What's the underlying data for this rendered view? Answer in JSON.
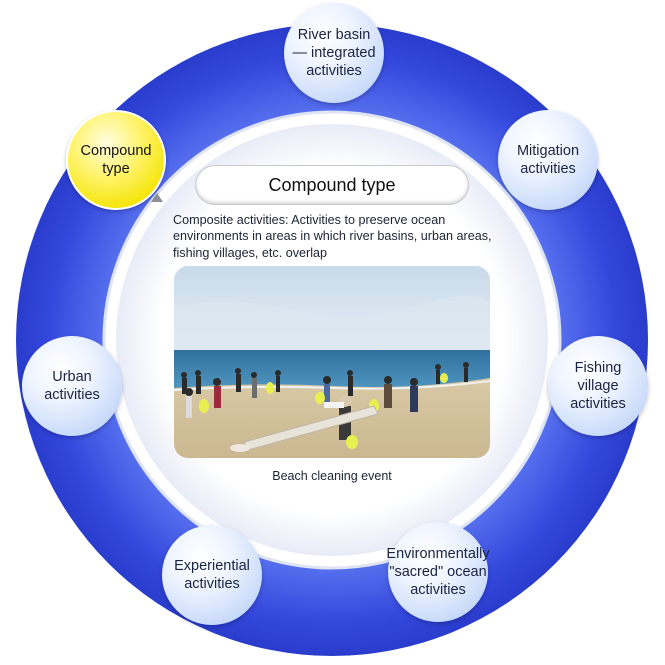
{
  "nodes": {
    "river": "River basin\n— integrated\nactivities",
    "mitigation": "Mitigation\nactivities",
    "fishing": "Fishing\nvillage\nactivities",
    "sacred": "Environmentally\n\"sacred\" ocean\nactivities",
    "experiential": "Experiential\nactivities",
    "urban": "Urban\nactivities",
    "compound": "Compound\ntype"
  },
  "selected_node": "compound",
  "colors": {
    "ring": "#3550e0",
    "selected": "#f7ea00",
    "node": "#c8dafa"
  },
  "center": {
    "title": "Compound type",
    "description": "Composite activities: Activities to preserve ocean environments in areas in which river basins, urban areas, fishing villages, etc. overlap",
    "caption": "Beach cleaning event"
  }
}
